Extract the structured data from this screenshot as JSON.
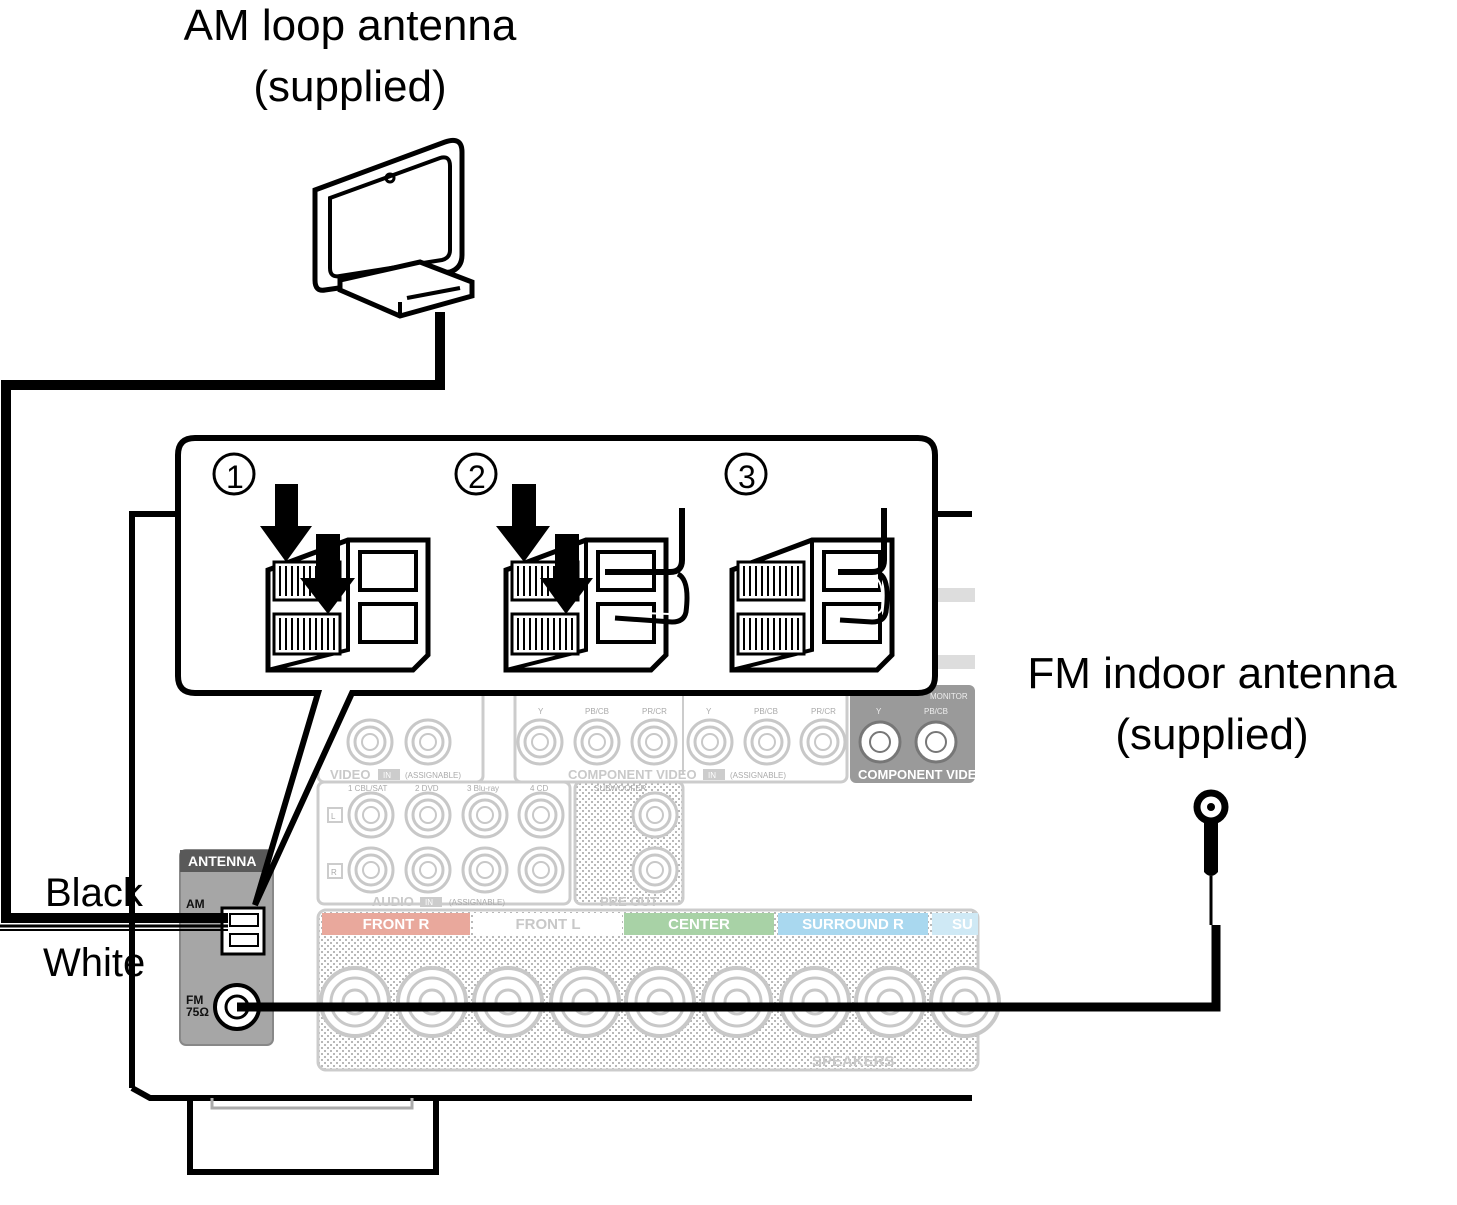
{
  "am_antenna": {
    "line1": "AM loop antenna",
    "line2": "(supplied)"
  },
  "fm_antenna": {
    "line1": "FM indoor antenna",
    "line2": "(supplied)"
  },
  "wires": {
    "black": "Black",
    "white": "White"
  },
  "antenna_panel": {
    "title": "ANTENNA",
    "am": "AM",
    "fm": "FM",
    "fm_impedance": "75Ω"
  },
  "steps": [
    "①",
    "②",
    "③"
  ],
  "rear_panel": {
    "video_label": "VIDEO",
    "in_badge": "IN",
    "assignable": "(ASSIGNABLE)",
    "component_video": "COMPONENT VIDEO",
    "component_video_monitor": "COMPONENT VIDE",
    "audio_label": "AUDIO",
    "pre_out": "PRE OUT",
    "subwoofer": "SUBWOOFER",
    "monitor": "MONITOR",
    "y": "Y",
    "pb": "PB/CB",
    "pr": "PR/CR",
    "audio_inputs": [
      "1 CBL/SAT",
      "2 DVD",
      "3 Blu-ray",
      "4 CD"
    ],
    "channel_l": "L",
    "channel_r": "R",
    "speakers_label": "SPEAKERS",
    "speaker_sections": [
      {
        "label": "FRONT R",
        "color": "#e9a89c"
      },
      {
        "label": "FRONT L",
        "color": "#ffffff"
      },
      {
        "label": "CENTER",
        "color": "#a8d2a6"
      },
      {
        "label": "SURROUND R",
        "color": "#a9d8ef"
      },
      {
        "label": "SU",
        "color": "#cfe9f5"
      }
    ]
  }
}
